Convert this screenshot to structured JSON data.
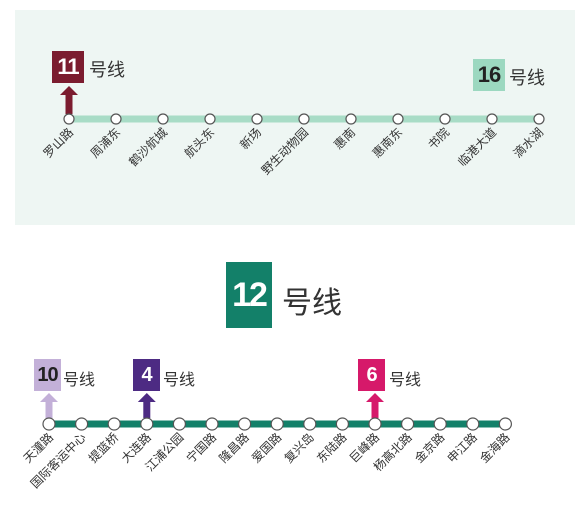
{
  "line16": {
    "transfer": {
      "number": "11",
      "suffix": "号线",
      "color": "#7b1c2f"
    },
    "badge": {
      "number": "16",
      "suffix": "号线",
      "color": "#9cd8c0"
    },
    "line_color": "#a8dcc6",
    "stations": [
      "罗山路",
      "周浦东",
      "鹤沙航城",
      "航头东",
      "新场",
      "野生动物园",
      "惠南",
      "惠南东",
      "书院",
      "临港大道",
      "滴水湖"
    ]
  },
  "line12": {
    "badge": {
      "number": "12",
      "suffix": "号线",
      "color": "#138069"
    },
    "line_color": "#138069",
    "transfers": [
      {
        "number": "10",
        "suffix": "号线",
        "color": "#c3b0d8"
      },
      {
        "number": "4",
        "suffix": "号线",
        "color": "#4d2b83"
      },
      {
        "number": "6",
        "suffix": "号线",
        "color": "#d6196a"
      }
    ],
    "stations": [
      "天潼路",
      "国际客运中心",
      "提篮桥",
      "大连路",
      "江浦公园",
      "宁国路",
      "隆昌路",
      "爱国路",
      "复兴岛",
      "东陆路",
      "巨峰路",
      "杨高北路",
      "金京路",
      "申江路",
      "金海路"
    ]
  }
}
